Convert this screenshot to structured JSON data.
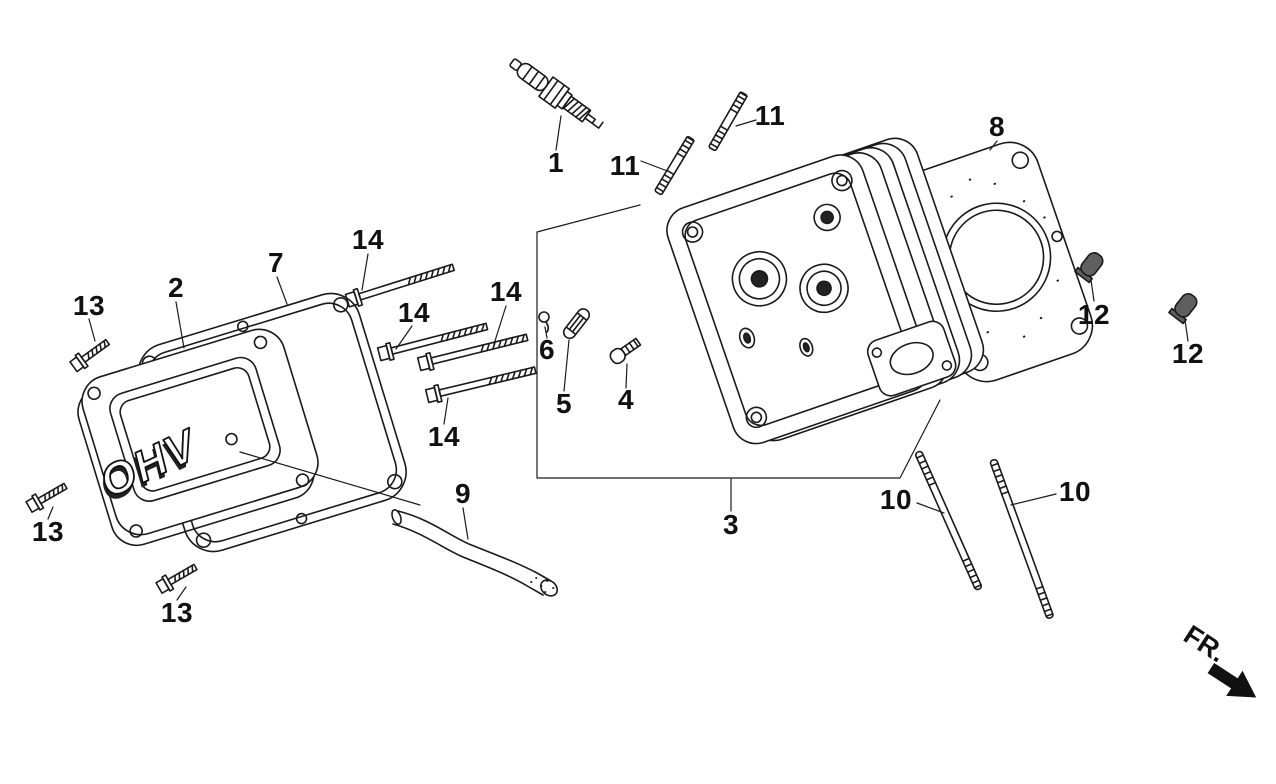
{
  "diagram": {
    "background_color": "#ffffff",
    "line_color": "#1a1a1a",
    "cover_emboss_text": "OHV",
    "direction_indicator": "FR.",
    "callouts": [
      {
        "label": "1"
      },
      {
        "label": "11"
      },
      {
        "label": "11"
      },
      {
        "label": "14"
      },
      {
        "label": "2"
      },
      {
        "label": "7"
      },
      {
        "label": "13"
      },
      {
        "label": "14"
      },
      {
        "label": "14"
      },
      {
        "label": "6"
      },
      {
        "label": "5"
      },
      {
        "label": "4"
      },
      {
        "label": "14"
      },
      {
        "label": "3"
      },
      {
        "label": "8"
      },
      {
        "label": "12"
      },
      {
        "label": "12"
      },
      {
        "label": "10"
      },
      {
        "label": "10"
      },
      {
        "label": "13"
      },
      {
        "label": "13"
      },
      {
        "label": "9"
      }
    ]
  }
}
